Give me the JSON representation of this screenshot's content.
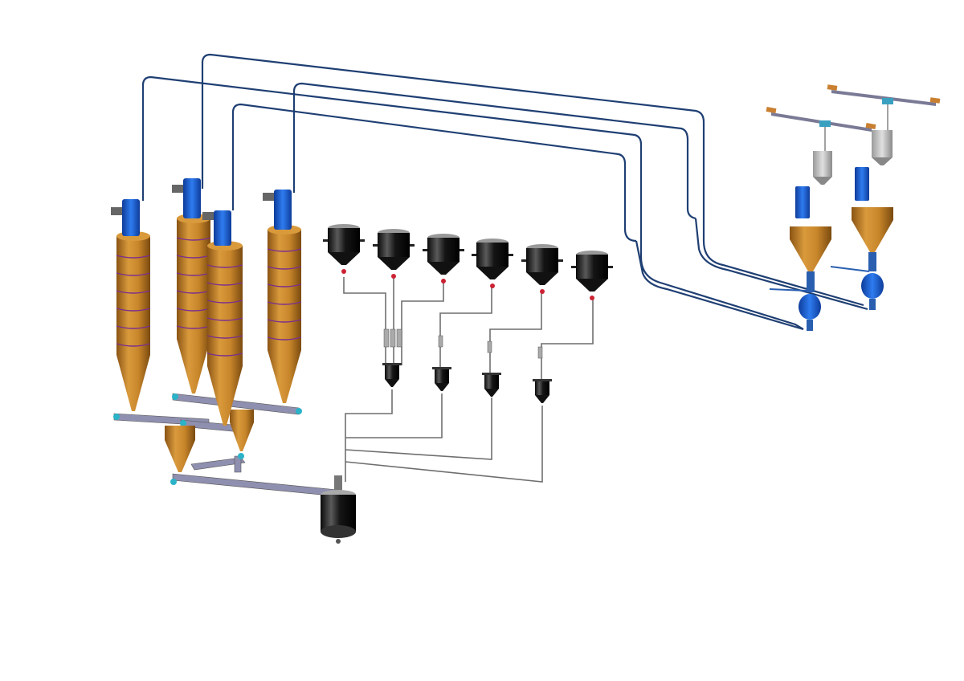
{
  "diagram": {
    "silos": [
      {
        "id": "silo-1"
      },
      {
        "id": "silo-2"
      },
      {
        "id": "silo-3"
      },
      {
        "id": "silo-4"
      }
    ],
    "day_tanks": [
      {
        "id": "tank-1"
      },
      {
        "id": "tank-2"
      },
      {
        "id": "tank-3"
      },
      {
        "id": "tank-4"
      },
      {
        "id": "tank-5"
      },
      {
        "id": "tank-6"
      }
    ],
    "weigh_hoppers": [
      {
        "id": "scale-1"
      },
      {
        "id": "scale-2"
      },
      {
        "id": "scale-3"
      },
      {
        "id": "scale-4"
      }
    ],
    "bag_stations": [
      {
        "id": "station-1"
      },
      {
        "id": "station-2"
      }
    ],
    "mixer": {
      "id": "mixer"
    },
    "colors": {
      "silo_body": "#c8862a",
      "silo_ring": "#7a2f8f",
      "filter_blue": "#1d5fd0",
      "pipe_blue": "#1f3f73",
      "pipe_grey": "#7a7a7a",
      "conveyor": "#8f8fb0",
      "tank_dark": "#1a1a1a",
      "crane_rail": "#7a7a96",
      "crane_end": "#c98030"
    }
  }
}
